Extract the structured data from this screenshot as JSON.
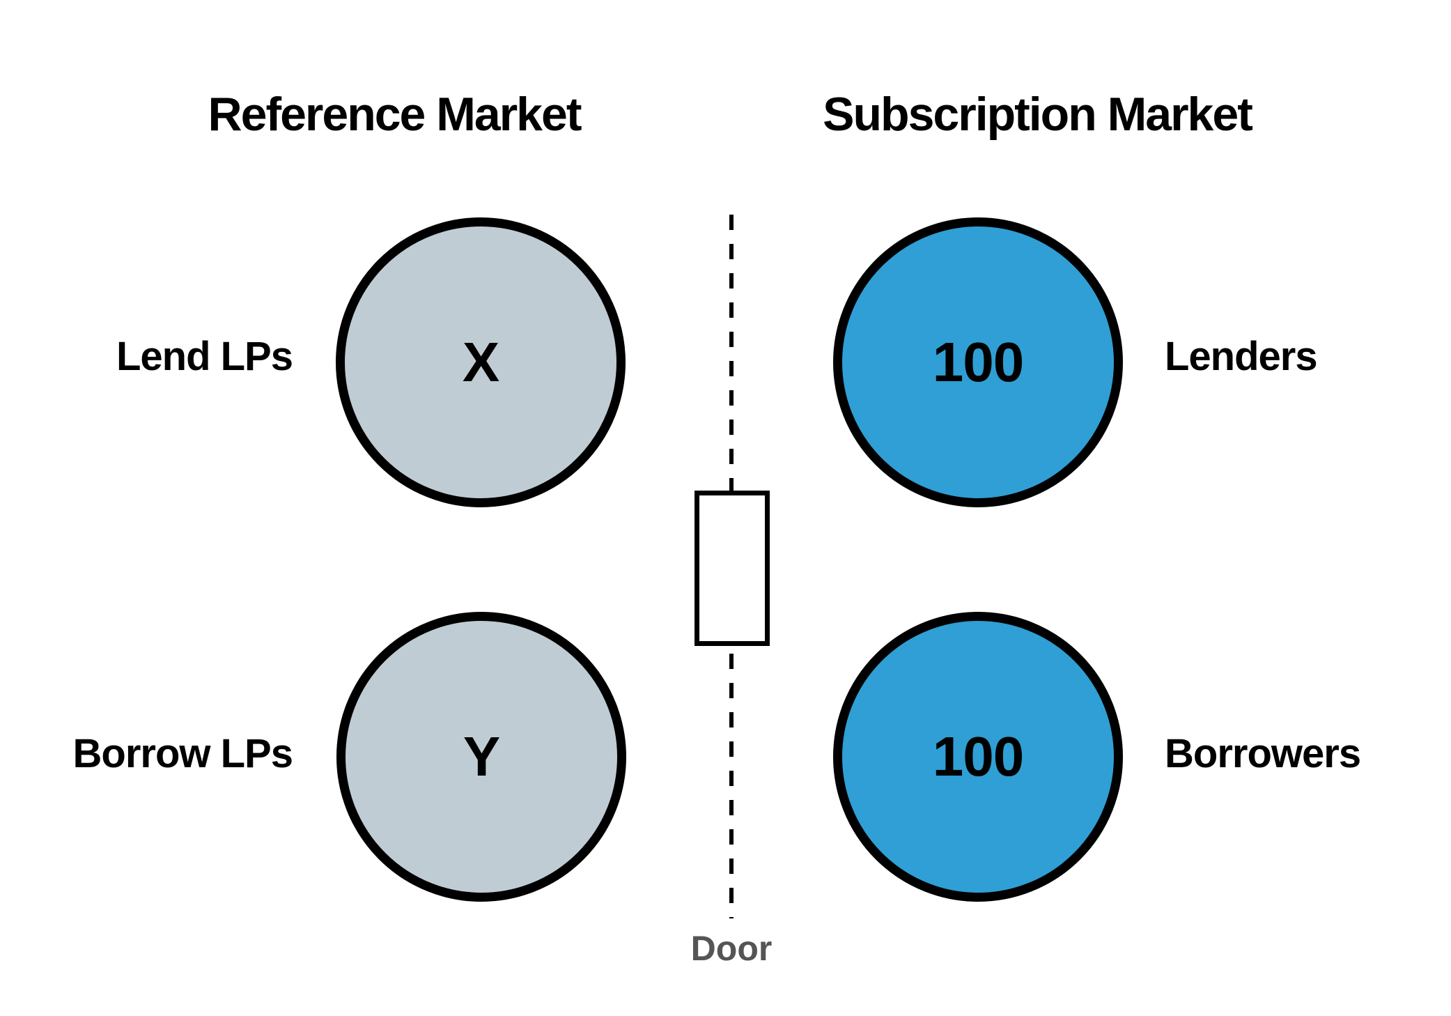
{
  "colors": {
    "background": "#ffffff",
    "reference_node_fill": "#bfccd4",
    "subscription_node_fill": "#2f9fd5",
    "node_border": "#000000",
    "text": "#000000",
    "door_label_gray": "#555555"
  },
  "reference_market": {
    "title": "Reference Market",
    "nodes": [
      {
        "value": "X",
        "label": "Lend LPs"
      },
      {
        "value": "Y",
        "label": "Borrow LPs"
      }
    ]
  },
  "subscription_market": {
    "title": "Subscription Market",
    "nodes": [
      {
        "value": "100",
        "label": "Lenders"
      },
      {
        "value": "100",
        "label": "Borrowers"
      }
    ]
  },
  "divider": {
    "label": "Door"
  }
}
